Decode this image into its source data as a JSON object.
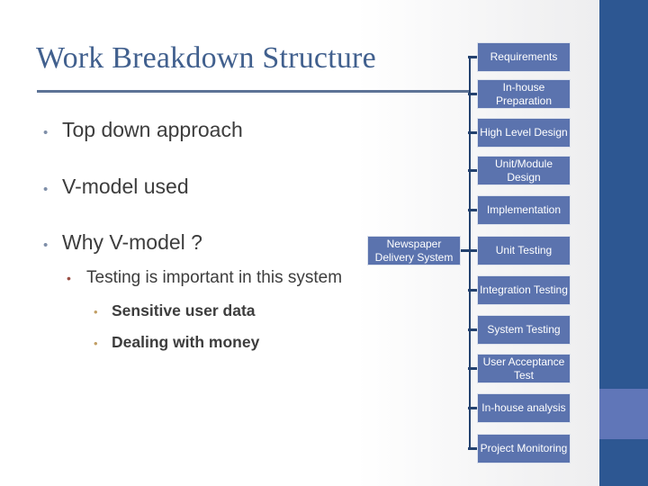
{
  "slide": {
    "title": "Work Breakdown Structure",
    "bullets": [
      {
        "level": 1,
        "text": "Top down approach"
      },
      {
        "level": 1,
        "text": "V-model used"
      },
      {
        "level": 1,
        "text": "Why V-model ?"
      },
      {
        "level": 2,
        "text": "Testing is important in this system"
      },
      {
        "level": 3,
        "text": "Sensitive user data"
      },
      {
        "level": 3,
        "text": "Dealing with money"
      }
    ]
  },
  "diagram": {
    "root_label": "Newspaper Delivery System",
    "nodes": [
      "Requirements",
      "In-house Preparation",
      "High Level Design",
      "Unit/Module Design",
      "Implementation",
      "Unit Testing",
      "Integration Testing",
      "System Testing",
      "User Acceptance Test",
      "In-house analysis",
      "Project Monitoring"
    ]
  },
  "ui": {
    "bullet_glyph": "•"
  },
  "colors": {
    "title_color": "#41608e",
    "rule_color": "#5d7396",
    "body_text": "#3d3d3d",
    "bullet_l1": "#7e8ea8",
    "bullet_l2": "#9a4e44",
    "bullet_l3": "#c19e64",
    "box_fill": "#5b73ae",
    "box_border": "#dde2ec",
    "box_text": "#ffffff",
    "connector": "#24426f",
    "bar_dark": "#2d5792",
    "bar_light": "#6076b8"
  }
}
